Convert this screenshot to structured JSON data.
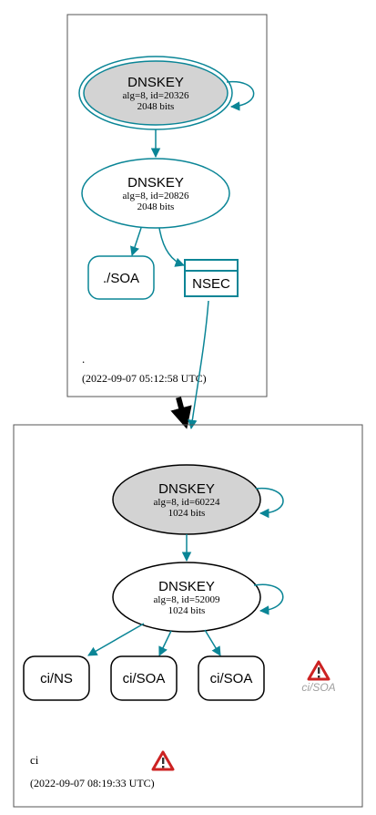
{
  "colors": {
    "edge": "#0a8596",
    "node_border": "#000000",
    "ksk_fill": "#d3d3d3",
    "warning_red": "#cc2222",
    "ghost_text": "#a0a0a0",
    "delegation_arrow": "#000000"
  },
  "icons": {
    "warning": "warning-triangle-icon"
  },
  "root_zone": {
    "name": ".",
    "timestamp": "(2022-09-07 05:12:58 UTC)",
    "ksk": {
      "title": "DNSKEY",
      "line1": "alg=8, id=20326",
      "line2": "2048 bits"
    },
    "zsk": {
      "title": "DNSKEY",
      "line1": "alg=8, id=20826",
      "line2": "2048 bits"
    },
    "soa": "./SOA",
    "nsec": "NSEC"
  },
  "ci_zone": {
    "name": "ci",
    "timestamp": "(2022-09-07 08:19:33 UTC)",
    "ksk": {
      "title": "DNSKEY",
      "line1": "alg=8, id=60224",
      "line2": "1024 bits"
    },
    "zsk": {
      "title": "DNSKEY",
      "line1": "alg=8, id=52009",
      "line2": "1024 bits"
    },
    "records": [
      "ci/NS",
      "ci/SOA",
      "ci/SOA"
    ],
    "warning_record": "ci/SOA"
  }
}
